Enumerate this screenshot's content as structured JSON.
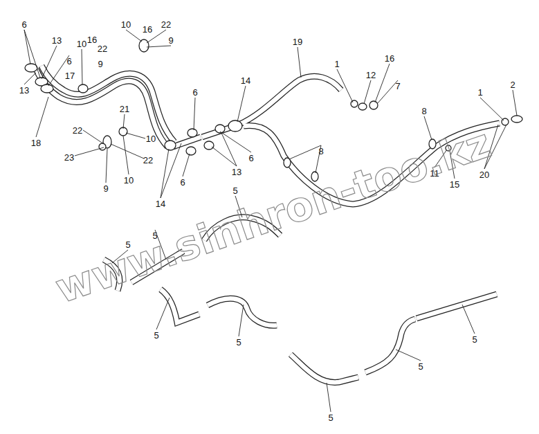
{
  "diagram": {
    "nodes": [],
    "edges": [],
    "labels": [
      "6",
      "13",
      "6",
      "13",
      "10",
      "16",
      "22",
      "9",
      "17",
      "18",
      "10",
      "16",
      "22",
      "9",
      "21",
      "22",
      "10",
      "23",
      "22",
      "10",
      "9",
      "14",
      "6",
      "14",
      "6",
      "13",
      "6",
      "19",
      "1",
      "12",
      "16",
      "7",
      "8",
      "8",
      "1",
      "2",
      "11",
      "15",
      "20",
      "5",
      "5",
      "5",
      "5",
      "5",
      "5",
      "5",
      "5",
      "www.sinhron-too.kz"
    ]
  }
}
